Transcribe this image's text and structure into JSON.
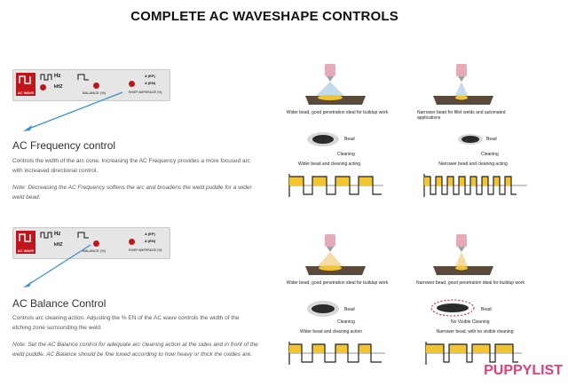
{
  "page_title": "COMPLETE AC WAVESHAPE CONTROLS",
  "panel": {
    "ac_wave_label": "AC WAVE",
    "hz_label": "Hz",
    "khz_label": "kHZ",
    "balance_label": "BALANCE (%)",
    "amperage_label": "EN/EP AMPERAGE (%)",
    "ep_label": "A (EP)",
    "en_label": "A (EN)"
  },
  "frequency": {
    "heading": "AC Frequency control",
    "body": "Controls the width of the arc cone. Increasing the AC Frequency provides a more focused arc with increased directional control.",
    "note": "Note: Decreasing the AC Frequency softens the arc and broadens the weld puddle for a wider weld bead.",
    "left_caption": "Wider bead, good penetration ideal for buildup work",
    "right_caption": "Narrower bead for fillet welds and automated applications",
    "bead_label": "Bead",
    "cleaning_label": "Cleaning",
    "left_wave_caption": "Wider bead and cleaning acting",
    "right_wave_caption": "Narrower bead and cleaning acting"
  },
  "balance": {
    "heading": "AC Balance Control",
    "body": "Controls arc cleaning action. Adjusting the % EN of the AC wave controls the width of the etching zone surrounding the weld.",
    "note": "Note: Set the AC Balance control for adequate arc cleaning action at the sides and in front of the weld puddle. AC Balance should be fine tuned according to how heavy or thick the oxides are.",
    "left_caption": "Wider bead, good penetration ideal for buildup work",
    "right_caption": "Narrower bead, good penetration ideal for buildup work",
    "bead_label": "Bead",
    "cleaning_label": "Cleaning",
    "no_cleaning_label": "No Visible Cleaning",
    "left_wave_caption": "Wider bead and cleaning action",
    "right_wave_caption": "Narrower bead, with no visible cleaning"
  },
  "watermark": "PUPPYLIST",
  "colors": {
    "accent_red": "#c0151b",
    "arrow_blue": "#3b8fd4",
    "wave_yellow": "#f3c431",
    "torch_pink": "#e6a9b7",
    "watermark_pink": "#e0407a"
  }
}
